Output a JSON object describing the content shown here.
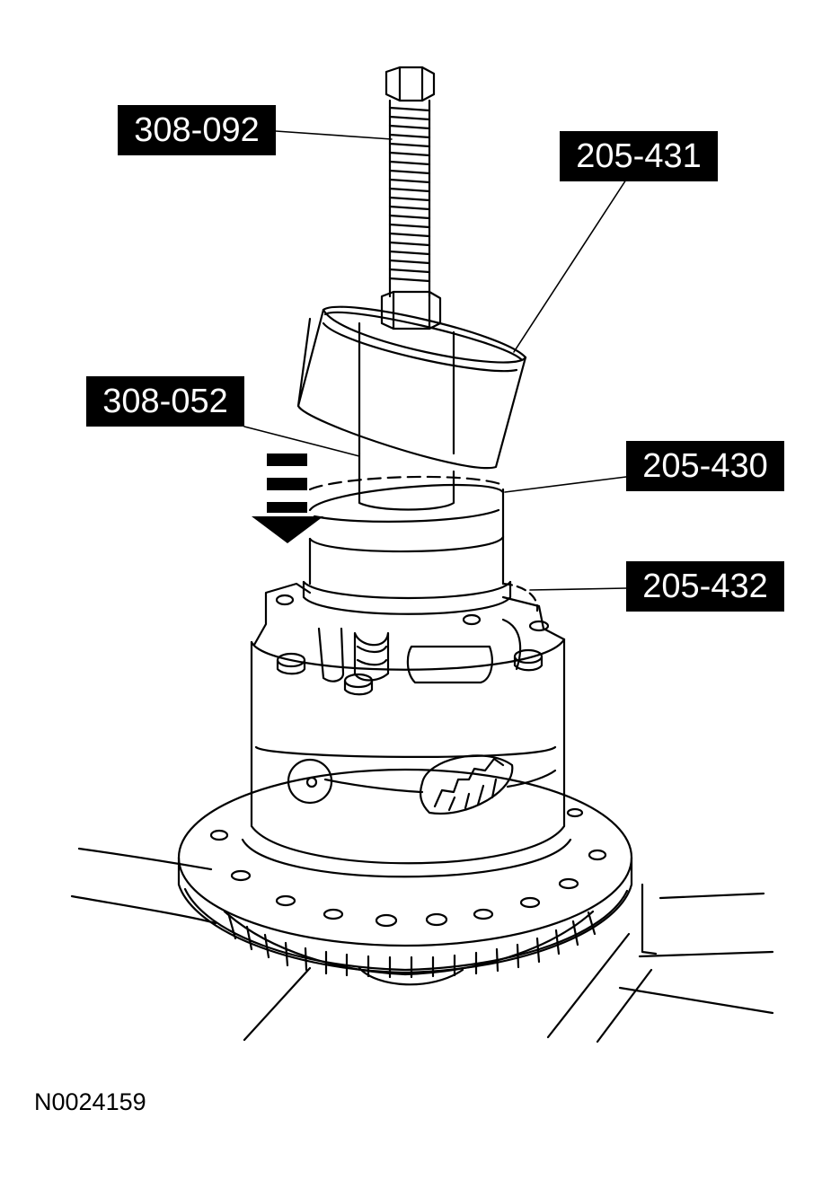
{
  "callouts": {
    "forcing_screw": "308-092",
    "installer_cup": "205-431",
    "step_plate": "308-052",
    "bearing_installer": "205-430",
    "bearing_cup": "205-432"
  },
  "figure_id": "N0024159",
  "colors": {
    "line": "#000000",
    "background": "#ffffff",
    "label_fill": "#000000",
    "label_text": "#ffffff"
  },
  "icons": {
    "arrow": "dashed-down-arrow-icon"
  }
}
